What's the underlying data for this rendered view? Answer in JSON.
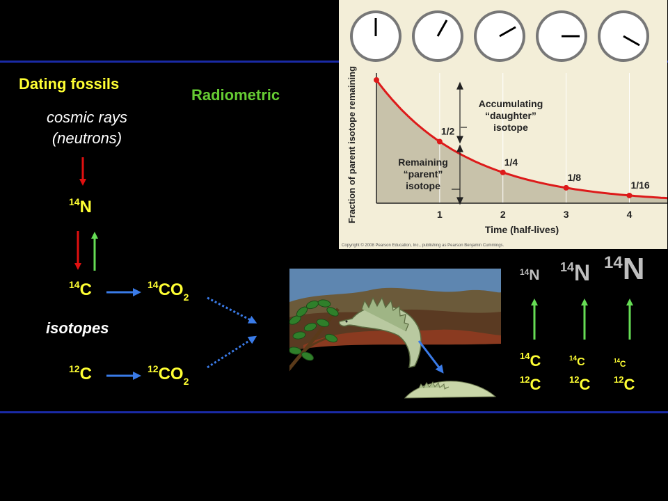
{
  "title": "Dating fossils",
  "subtitle": "Radiometric",
  "cosmic": {
    "line1": "cosmic rays",
    "line2": "(neutrons)"
  },
  "isotopes_label": "isotopes",
  "left_chain": {
    "n14": {
      "mass": "14",
      "symbol": "N"
    },
    "c14": {
      "mass": "14",
      "symbol": "C"
    },
    "co2_14": {
      "mass": "14",
      "symbol": "CO",
      "sub": "2"
    },
    "c12": {
      "mass": "12",
      "symbol": "C"
    },
    "co2_12": {
      "mass": "12",
      "symbol": "CO",
      "sub": "2"
    }
  },
  "decay_columns": [
    {
      "n_mass": "14",
      "n_symbol": "N",
      "c14_mass": "14",
      "c14_symbol": "C",
      "c12_mass": "12",
      "c12_symbol": "C"
    },
    {
      "n_mass": "14",
      "n_symbol": "N",
      "c14_mass": "14",
      "c14_symbol": "C",
      "c12_mass": "12",
      "c12_symbol": "C"
    },
    {
      "n_mass": "14",
      "n_symbol": "N",
      "c14_mass": "14",
      "c14_symbol": "C",
      "c12_mass": "12",
      "c12_symbol": "C"
    }
  ],
  "figure": {
    "y_axis_label": "Fraction of parent isotope remaining",
    "x_axis_label": "Time (half-lives)",
    "accumulating": [
      "Accumulating",
      "“daughter”",
      "isotope"
    ],
    "remaining": [
      "Remaining",
      "“parent”",
      "isotope"
    ],
    "fraction_labels": [
      "1/2",
      "1/4",
      "1/8",
      "1/16"
    ],
    "x_ticks": [
      "1",
      "2",
      "3",
      "4"
    ],
    "copyright": "Copyright © 2008 Pearson Education, Inc., publishing as Pearson Benjamin Cummings."
  },
  "chart_data": {
    "type": "line",
    "x": [
      0,
      1,
      2,
      3,
      4
    ],
    "values": [
      1,
      0.5,
      0.25,
      0.125,
      0.0625
    ],
    "xlabel": "Time (half-lives)",
    "ylabel": "Fraction of parent isotope remaining",
    "xlim": [
      0,
      4.6
    ],
    "ylim": [
      0,
      1
    ]
  },
  "colors": {
    "background": "#000000",
    "rule": "#1a2aa6",
    "isotope_text": "#ffff33",
    "radiometric": "#66cc33",
    "red_arrow": "#e01010",
    "green_arrow": "#66dd55",
    "blue_arrow": "#3a7be8",
    "curve": "#dd1a1a",
    "figure_bg": "#f3eed8",
    "shaded": "#c8c2aa"
  }
}
